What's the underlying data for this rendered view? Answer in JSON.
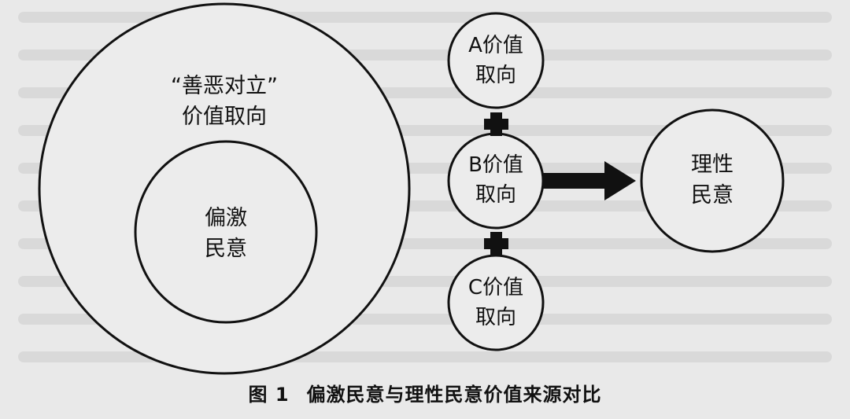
{
  "diagram": {
    "outer_circle_label": "“善恶对立”\n价值取向",
    "inner_circle_label": "偏激\n民意",
    "source_a_label": "A价值\n取向",
    "source_b_label": "B价值\n取向",
    "source_c_label": "C价值\n取向",
    "result_circle_label": "理性\n民意"
  },
  "caption": {
    "figure_number": "图 1",
    "title": "偏激民意与理性民意价值来源对比"
  },
  "colors": {
    "background": "#e9e9e9",
    "stroke": "#111111",
    "background_text": "#c9c9c9"
  }
}
